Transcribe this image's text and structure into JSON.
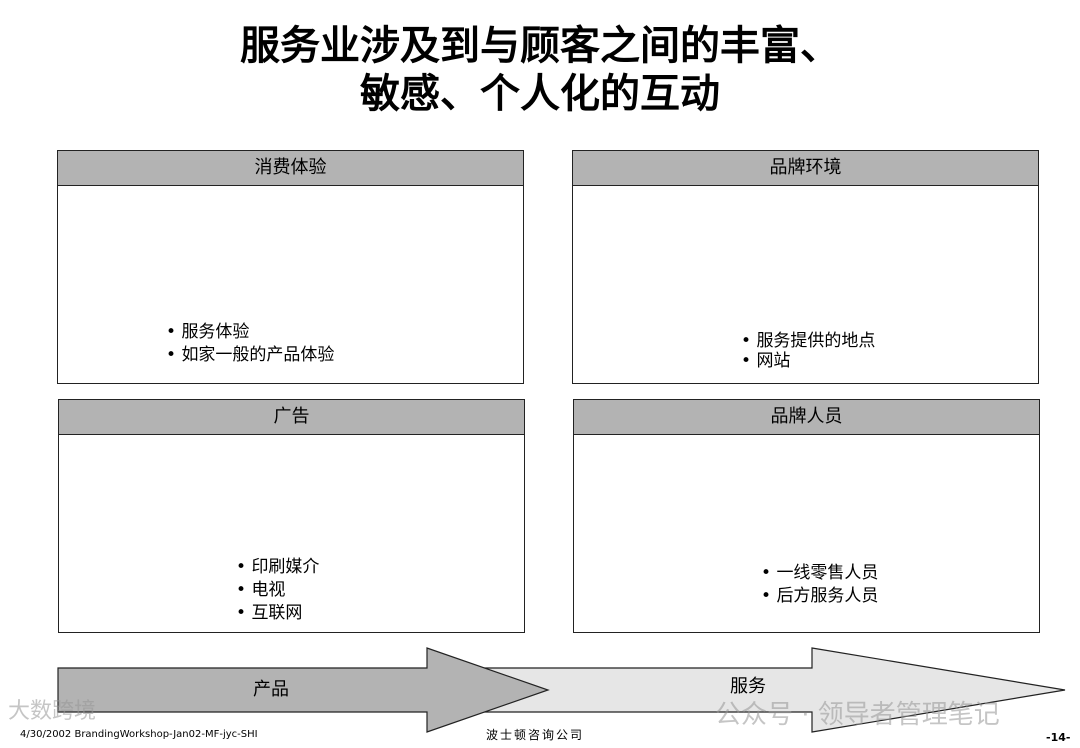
{
  "title": {
    "line1": "服务业涉及到与顾客之间的丰富、",
    "line2": "敏感、个人化的互动"
  },
  "boxes": [
    {
      "header": "消费体验",
      "items": [
        "服务体验",
        "如家一般的产品体验"
      ]
    },
    {
      "header": "品牌环境",
      "items": [
        "服务提供的地点",
        "网站"
      ]
    },
    {
      "header": "广告",
      "items": [
        "印刷媒介",
        "电视",
        "互联网"
      ]
    },
    {
      "header": "品牌人员",
      "items": [
        "一线零售人员",
        "后方服务人员"
      ]
    }
  ],
  "arrows": {
    "product": "产品",
    "service": "服务"
  },
  "footer": {
    "left": "4/30/2002 BrandingWorkshop-Jan02-MF-jyc-SHI",
    "center": "波士顿咨询公司",
    "page": "-14-"
  },
  "watermarks": {
    "left": "大数跨境",
    "right": "公众号 · 领导者管理笔记"
  }
}
